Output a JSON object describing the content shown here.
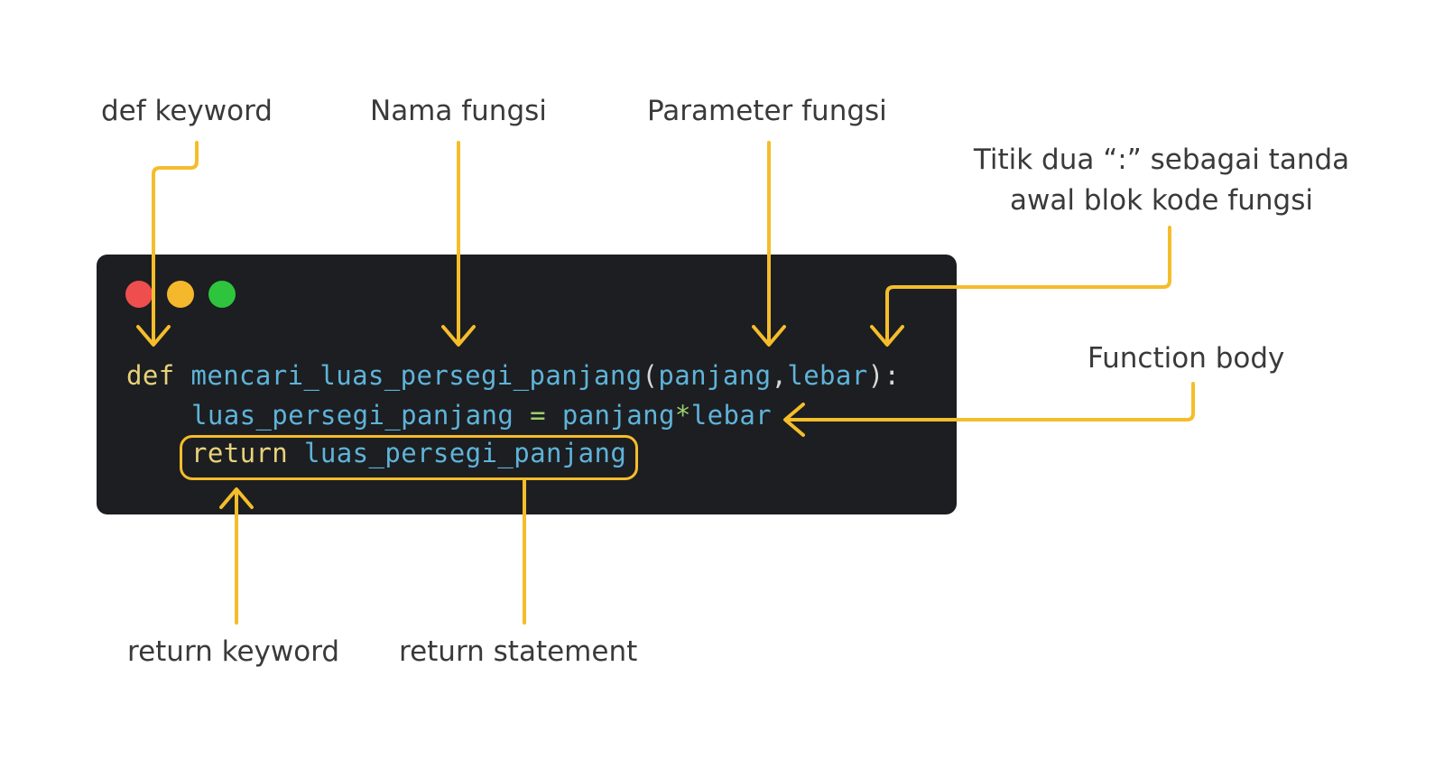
{
  "labels": {
    "def_keyword": "def keyword",
    "nama_fungsi": "Nama fungsi",
    "parameter_fungsi": "Parameter fungsi",
    "colon_line1": "Titik dua “:” sebagai tanda",
    "colon_line2": "awal blok kode fungsi",
    "function_body": "Function body",
    "return_keyword": "return keyword",
    "return_statement": "return statement"
  },
  "code": {
    "line1": {
      "kw": "def",
      "name": "mencari_luas_persegi_panjang",
      "open": "(",
      "param1": "panjang",
      "comma": ",",
      "param2": "lebar",
      "close": "):"
    },
    "line2": {
      "var": "luas_persegi_panjang",
      "eq": "=",
      "left": "panjang",
      "op": "*",
      "right": "lebar"
    },
    "line3": {
      "kw": "return",
      "var": "luas_persegi_panjang"
    }
  },
  "colors": {
    "arrow": "#f5bd2b",
    "editor_bg": "#1c1e21",
    "keyword": "#e9d27a",
    "identifier": "#5fb3d9",
    "punctuation": "#d7d7d7",
    "operator": "#9bd06c",
    "dot_red": "#ef4e4e",
    "dot_yellow": "#f5b72b",
    "dot_green": "#2ec43d"
  }
}
